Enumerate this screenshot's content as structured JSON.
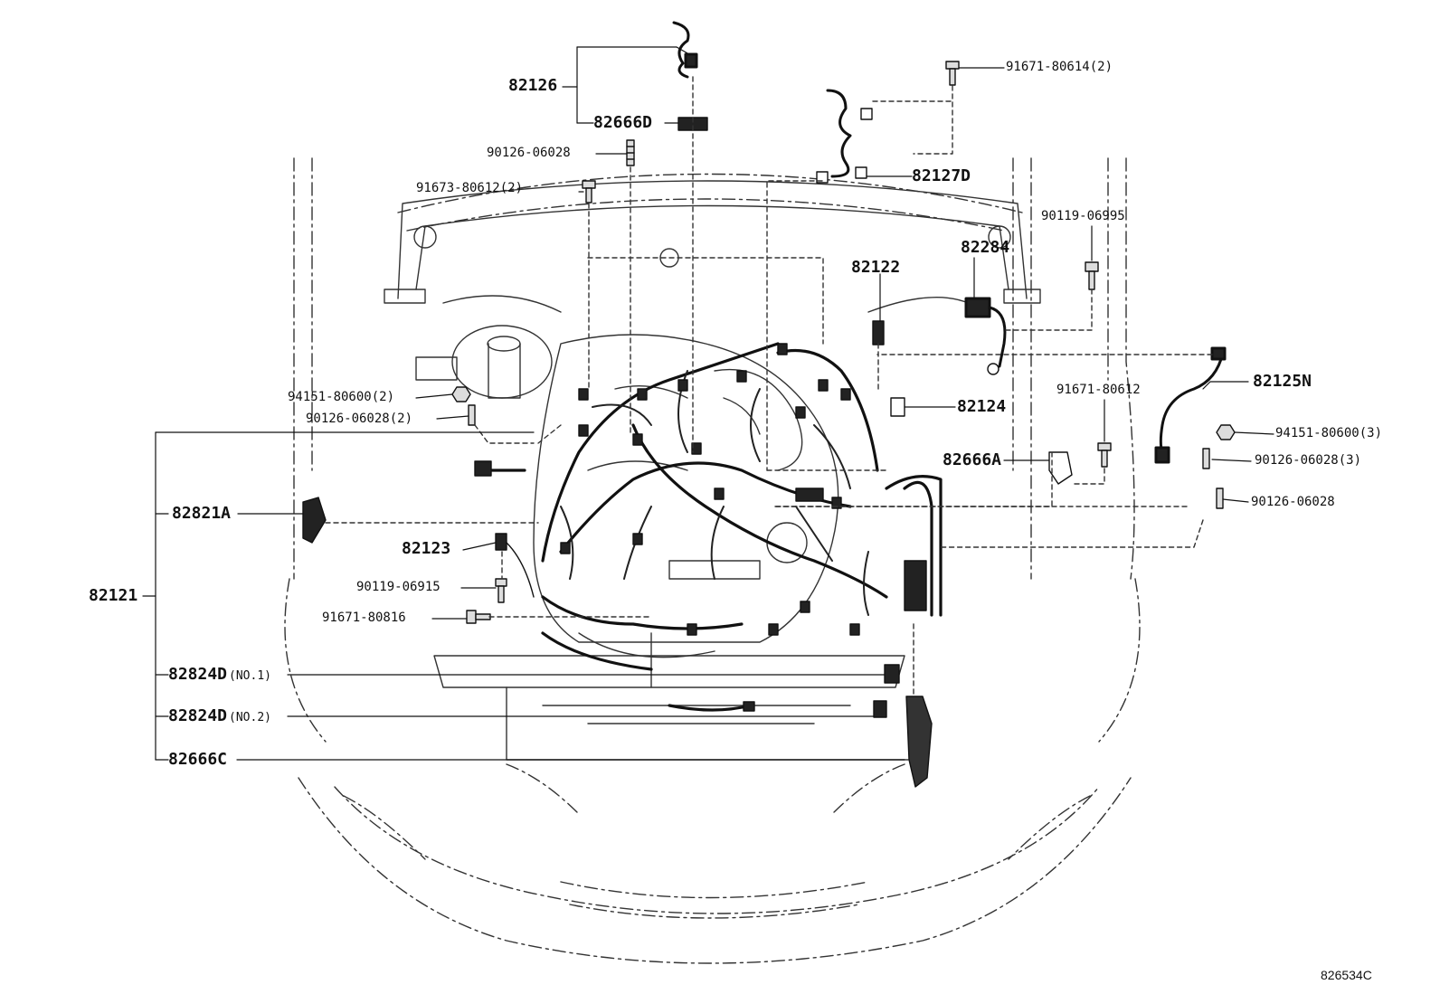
{
  "diagram": {
    "reference_code": "826534C",
    "callouts": {
      "p82126": "82126",
      "p82666D": "82666D",
      "p90126_06028_top": "90126-06028",
      "p91673_80612": "91673-80612(2)",
      "p91671_80614": "91671-80614(2)",
      "p82127D": "82127D",
      "p90119_06995": "90119-06995",
      "p82284": "82284",
      "p82122": "82122",
      "p82125N": "82125N",
      "p91671_80612": "91671-80612",
      "p82124": "82124",
      "p94151_80600_left": "94151-80600(2)",
      "p90126_06028_left": "90126-06028(2)",
      "p94151_80600_right": "94151-80600(3)",
      "p90126_06028_right3": "90126-06028(3)",
      "p82666A": "82666A",
      "p90126_06028_right": "90126-06028",
      "p82821A": "82821A",
      "p82123": "82123",
      "p90119_06915": "90119-06915",
      "p91671_80816": "91671-80816",
      "p82121": "82121",
      "p82824D_1": "82824D",
      "p82824D_1_note": "(NO.1)",
      "p82824D_2": "82824D",
      "p82824D_2_note": "(NO.2)",
      "p82666C": "82666C"
    }
  }
}
